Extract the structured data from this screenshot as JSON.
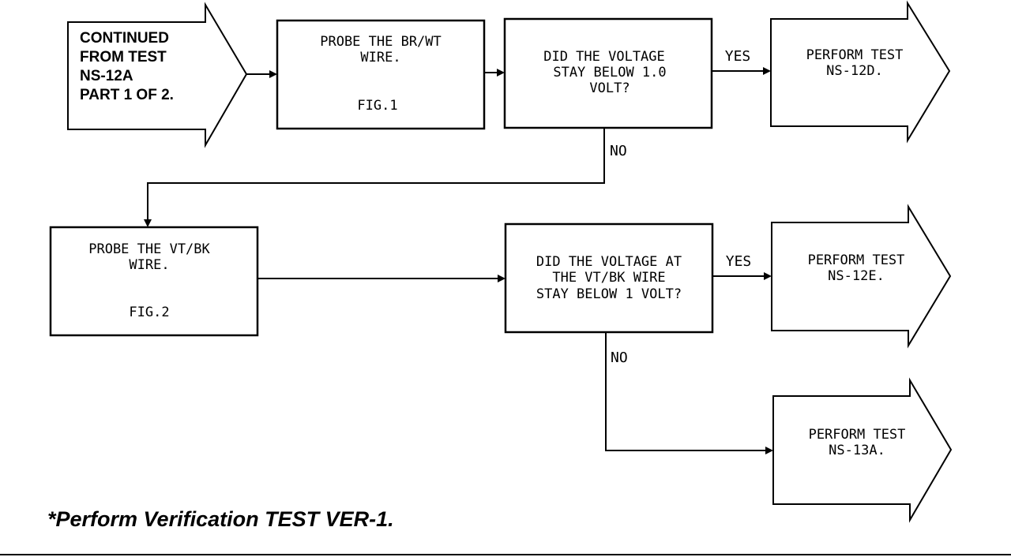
{
  "continued": {
    "line1": "CONTINUED",
    "line2": "FROM TEST",
    "line3": "NS-12A",
    "line4": "PART 1 OF 2."
  },
  "probe_br_wt": {
    "line1": "PROBE THE BR/WT",
    "line2": "WIRE.",
    "fig": "FIG.1"
  },
  "question_1": {
    "line1": "DID THE VOLTAGE",
    "line2": "STAY BELOW 1.0",
    "line3": "VOLT?"
  },
  "result_12d": {
    "line1": "PERFORM TEST",
    "line2": "NS-12D."
  },
  "probe_vt_bk": {
    "line1": "PROBE THE VT/BK",
    "line2": "WIRE.",
    "fig": "FIG.2"
  },
  "question_2": {
    "line1": "DID THE VOLTAGE AT",
    "line2": "THE VT/BK WIRE",
    "line3": "STAY BELOW 1 VOLT?"
  },
  "result_12e": {
    "line1": "PERFORM TEST",
    "line2": "NS-12E."
  },
  "result_13a": {
    "line1": "PERFORM TEST",
    "line2": "NS-13A."
  },
  "labels": {
    "yes_1": "YES",
    "no_1": "NO",
    "yes_2": "YES",
    "no_2": "NO"
  },
  "footnote": "*Perform Verification TEST VER-1."
}
